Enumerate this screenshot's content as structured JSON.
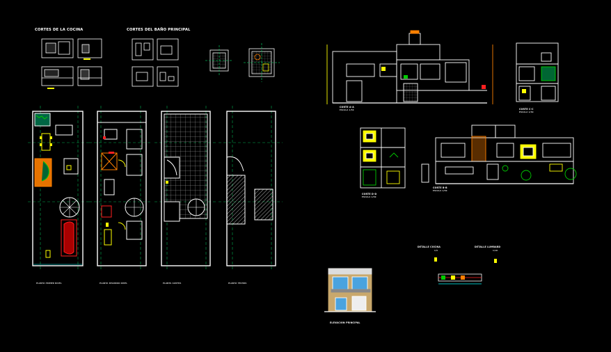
{
  "drawing": {
    "background": "#000000",
    "colors": {
      "line": "#ffffff",
      "wall": "#ffffff",
      "accent_yellow": "#ffff00",
      "accent_green": "#00c000",
      "accent_red": "#ff2020",
      "accent_orange": "#ff8000",
      "dim_cyan": "#00ffff",
      "axis_green": "#00b050",
      "magenta": "#ff00ff"
    },
    "labels": {
      "kitchen_sections_title": "CORTES DE LA COCINA",
      "bath_sections_title": "CORTES DEL BAÑO PRINCIPAL",
      "section_aa": "CORTE A-A",
      "section_aa_scale": "ESCALA 1/50",
      "section_cc": "CORTE C-C",
      "section_cc_scale": "ESCALA 1/50",
      "section_dd": "CORTE D-D",
      "section_dd_scale": "ESCALA 1/50",
      "section_bb": "CORTE B-B",
      "section_bb_scale": "ESCALA 1/50",
      "kitchen_detail": "DETALLE COCINA",
      "kitchen_detail_scale": "1/5",
      "bathroom_detail": "DETALLE LUMBARD",
      "bathroom_detail_scale": "1/10",
      "main_elevation": "ELEVACION PRINCIPAL",
      "plan_1": "PLANTA PRIMER NIVEL",
      "plan_2": "PLANTA SEGUNDO NIVEL",
      "plan_3": "PLANTA AZOTEA",
      "plan_4": "PLANTA TECHOS"
    }
  }
}
